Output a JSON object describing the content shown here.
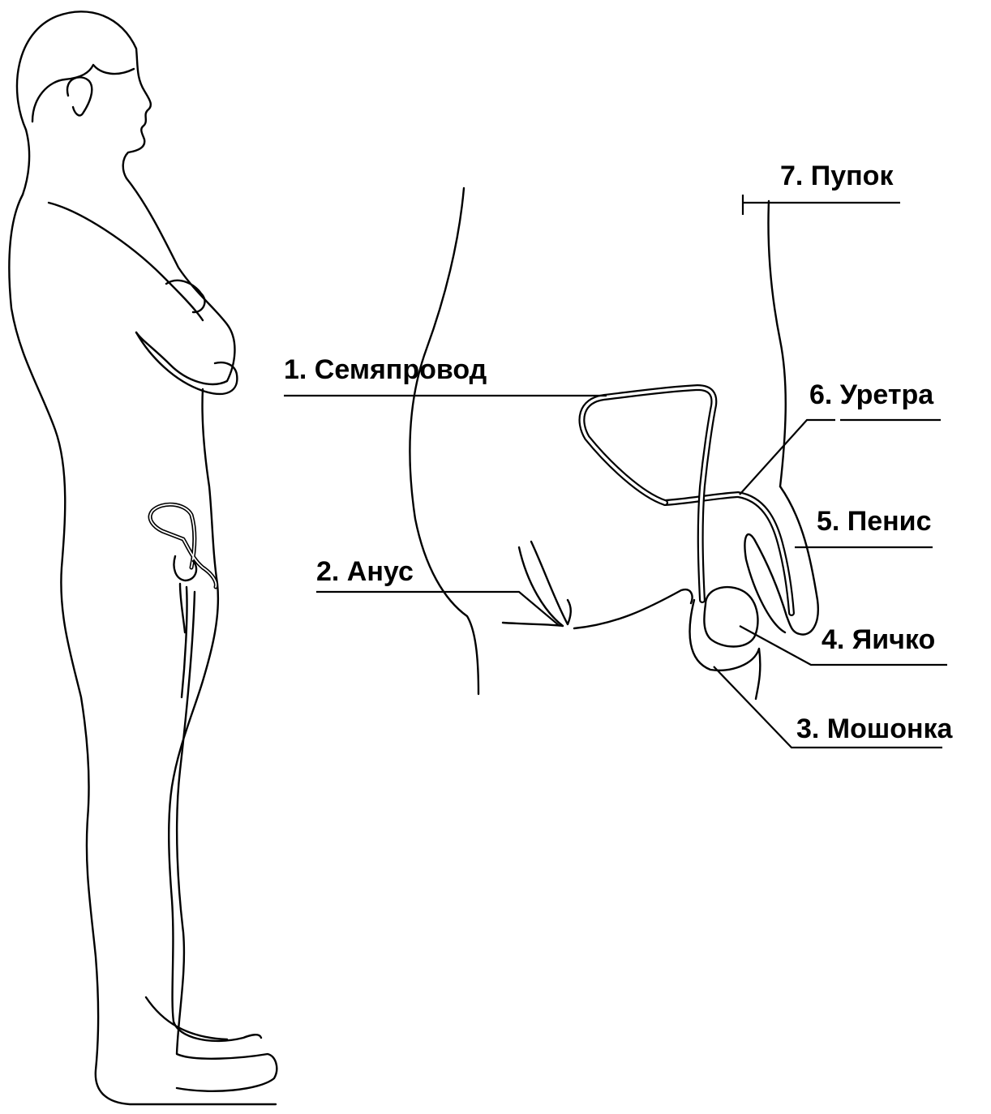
{
  "labels": {
    "vas_deferens": "1. Семяпровод",
    "anus": "2. Анус",
    "scrotum": "3. Мошонка",
    "testis": "4. Яичко",
    "penis": "5. Пенис",
    "urethra": "6. Уретра",
    "navel": "7. Пупок"
  }
}
